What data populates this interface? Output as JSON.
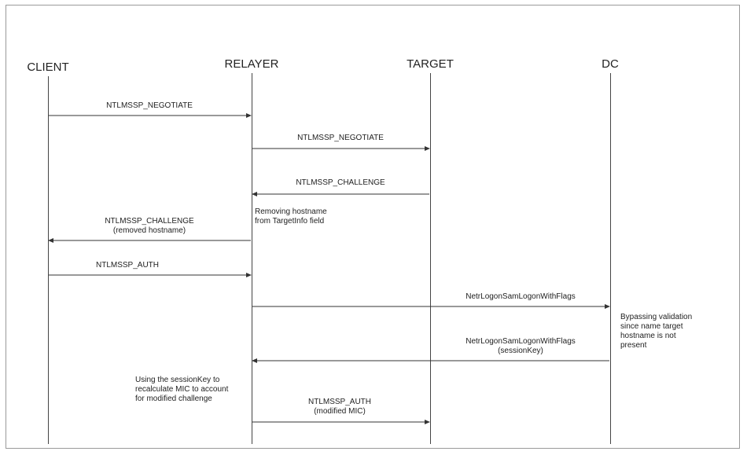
{
  "actors": {
    "client": "CLIENT",
    "relayer": "RELAYER",
    "target": "TARGET",
    "dc": "DC"
  },
  "messages": {
    "m1": "NTLMSSP_NEGOTIATE",
    "m2": "NTLMSSP_NEGOTIATE",
    "m3": "NTLMSSP_CHALLENGE",
    "m4_line1": "NTLMSSP_CHALLENGE",
    "m4_line2": "(removed hostname)",
    "m5": "NTLMSSP_AUTH",
    "m6": "NetrLogonSamLogonWithFlags",
    "m7_line1": "NetrLogonSamLogonWithFlags",
    "m7_line2": "(sessionKey)",
    "m8_line1": "NTLMSSP_AUTH",
    "m8_line2": "(modified MIC)"
  },
  "notes": {
    "removing_line1": "Removing hostname",
    "removing_line2": "from TargetInfo field",
    "bypass_line1": "Bypassing validation",
    "bypass_line2": "since name target",
    "bypass_line3": "hostname is not",
    "bypass_line4": "present",
    "session_line1": "Using the sessionKey to",
    "session_line2": "recalculate MIC to account",
    "session_line3": "for modified challenge"
  }
}
